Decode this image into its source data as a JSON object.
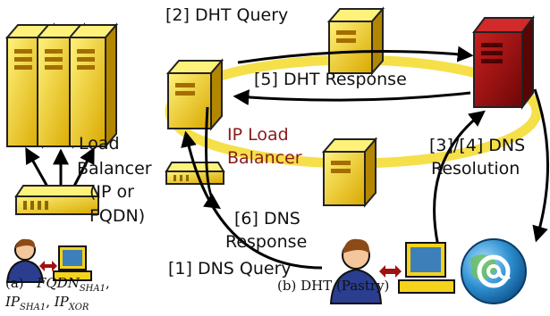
{
  "colors": {
    "server_yellow": "#f5d31c",
    "server_dark": "#8a6a00",
    "server_red": "#a01010",
    "ring_yellow": "#f5e04a",
    "arrow": "#000000",
    "label_red": "#8b1a1a"
  },
  "icons": [
    "server-rack-icon",
    "router-icon",
    "user-icon",
    "monitor-icon",
    "globe-at-icon",
    "double-arrow-icon"
  ],
  "labels": {
    "dht_query": "[2] DHT Query",
    "dht_response": "[5] DHT Response",
    "ip_load_balancer_line1": "IP Load",
    "ip_load_balancer_line2": "Balancer",
    "dns_resolution_line1": "[3]/[4] DNS",
    "dns_resolution_line2": "Resolution",
    "dns_response_line1": "[6] DNS",
    "dns_response_line2": "Response",
    "dns_query": "[1] DNS Query",
    "load_balancer_line1": "Load",
    "load_balancer_line2": "Balancer",
    "load_balancer_line3": "(IP or",
    "load_balancer_line4": "FQDN)"
  },
  "captions": {
    "a_prefix": "(a)",
    "a_math_line1": "FQDN",
    "a_sub1": "SHA1",
    "a_math_line2": "IP",
    "a_sub2": "SHA1",
    "a_math_line3": "IP",
    "a_sub3": "XOR",
    "b": "(b) DHT (Pastry)"
  }
}
